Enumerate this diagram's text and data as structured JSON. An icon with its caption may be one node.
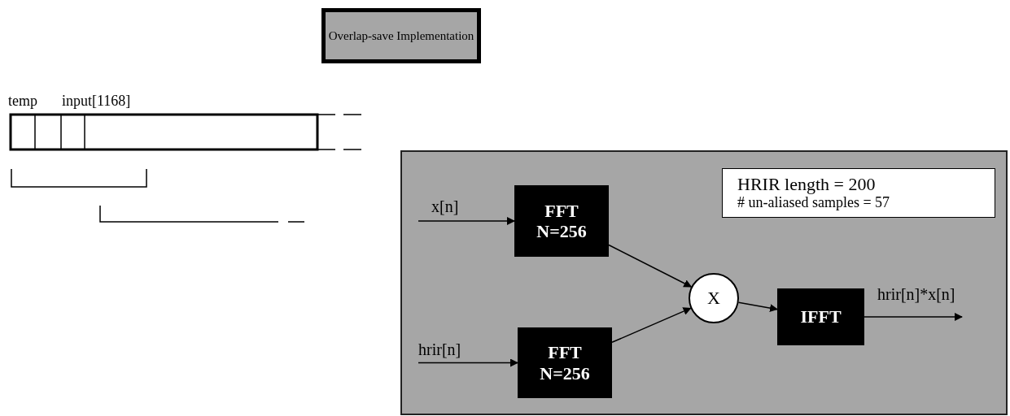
{
  "diagram": {
    "title": "Overlap-save Implementation",
    "nodes": [
      {
        "text": [
          "FFT N=256"
        ]
      },
      {
        "text": [
          "FFT N=256"
        ]
      },
      {
        "text": [
          "X"
        ]
      },
      {
        "text": [
          "IFFT"
        ]
      },
      {
        "text": [
          "HRIR length = 200",
          "# un-aliased samples = 57"
        ]
      }
    ],
    "edges": [
      {
        "from": null,
        "to": 0,
        "arrow": "to",
        "label": "x[n]"
      },
      {
        "from": null,
        "to": 1,
        "arrow": "to",
        "label": "hrir[n]"
      },
      {
        "from": 0,
        "to": 2,
        "arrow": "to"
      },
      {
        "from": 1,
        "to": 2,
        "arrow": "to"
      },
      {
        "from": 2,
        "to": 3,
        "arrow": "to"
      },
      {
        "from": 3,
        "to": null,
        "arrow": "to",
        "label": "hrir[n]*x[n]"
      }
    ],
    "labels": [
      "temp",
      "input[1168]"
    ]
  }
}
